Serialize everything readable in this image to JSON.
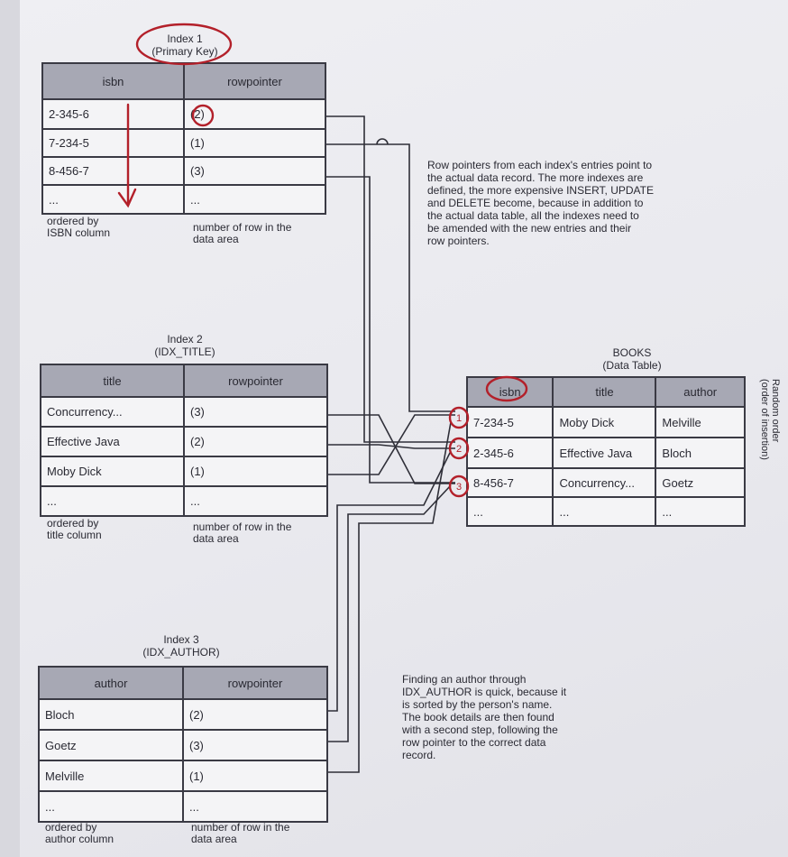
{
  "index1": {
    "title": "Index 1",
    "subtitle": "(Primary Key)",
    "headers": [
      "isbn",
      "rowpointer"
    ],
    "rows": [
      [
        "2-345-6",
        "(2)"
      ],
      [
        "7-234-5",
        "(1)"
      ],
      [
        "8-456-7",
        "(3)"
      ],
      [
        "...",
        "..."
      ]
    ],
    "caption_left": "ordered by\nISBN column",
    "caption_right": "number of row in the\ndata area"
  },
  "index2": {
    "title": "Index 2",
    "subtitle": "(IDX_TITLE)",
    "headers": [
      "title",
      "rowpointer"
    ],
    "rows": [
      [
        "Concurrency...",
        "(3)"
      ],
      [
        "Effective Java",
        "(2)"
      ],
      [
        "Moby Dick",
        "(1)"
      ],
      [
        "...",
        "..."
      ]
    ],
    "caption_left": "ordered by\ntitle column",
    "caption_right": "number of row in the\ndata area"
  },
  "index3": {
    "title": "Index 3",
    "subtitle": "(IDX_AUTHOR)",
    "headers": [
      "author",
      "rowpointer"
    ],
    "rows": [
      [
        "Bloch",
        "(2)"
      ],
      [
        "Goetz",
        "(3)"
      ],
      [
        "Melville",
        "(1)"
      ],
      [
        "...",
        "..."
      ]
    ],
    "caption_left": "ordered by\nauthor column",
    "caption_right": "number of row in the\ndata area"
  },
  "books": {
    "title": "BOOKS",
    "subtitle": "(Data Table)",
    "headers": [
      "isbn",
      "title",
      "author"
    ],
    "rows": [
      [
        "7-234-5",
        "Moby Dick",
        "Melville"
      ],
      [
        "2-345-6",
        "Effective Java",
        "Bloch"
      ],
      [
        "8-456-7",
        "Concurrency...",
        "Goetz"
      ],
      [
        "...",
        "...",
        "..."
      ]
    ],
    "side_label": "Random order\n(order of insertion)",
    "row_markers": [
      "1",
      "2",
      "3"
    ]
  },
  "notes": {
    "row_pointers": "Row pointers from each index's entries point to\nthe actual data record. The more indexes are\ndefined, the more expensive INSERT, UPDATE\nand DELETE become, because in addition to\nthe actual data table, all the indexes need to\nbe amended with the new entries and their\nrow pointers.",
    "author_lookup": "Finding an author through\nIDX_AUTHOR is quick, because it\nis sorted by the person's name.\nThe book details are then found\nwith a second step, following the\nrow pointer to the correct data\nrecord."
  },
  "colors": {
    "annotation_red": "#b3202a",
    "header_fill": "#a7a8b4",
    "line": "#2f2f38"
  }
}
